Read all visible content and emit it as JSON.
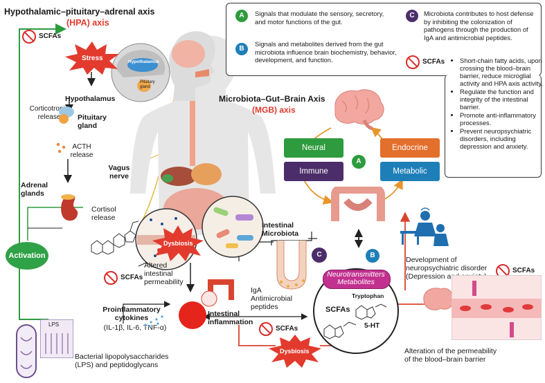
{
  "hpa": {
    "title": "Hypothalamic–pituitary–adrenal axis",
    "subtitle": "(HPA) axis",
    "scfas": "SCFAs",
    "stress": "Stress",
    "hypothalamus_small": "Hypothalamus",
    "pituitary_small": "Pituitary gland",
    "hypothalamus": "Hypothalamus",
    "crh": "Corticotropin release",
    "pituitary": "Pituitary gland",
    "acth": "ACTH release",
    "vagus": "Vagus nerve",
    "adrenal": "Adrenal glands",
    "cortisol": "Cortisol release",
    "activation": "Activation"
  },
  "legend": {
    "a_letter": "A",
    "a_text": "Signals that modulate the sensory, secretory, and motor functions of the gut.",
    "b_letter": "B",
    "b_text": "Signals and metabolites derived from the gut microbiota influence brain biochemistry, behavior, development, and function.",
    "c_letter": "C",
    "c_text": "Microbiota contributes to host defense by inhibiting the colonization of pathogens through the production of IgA and antimicrobial peptides.",
    "scfas_label": "SCFAs",
    "bullets": [
      "Short-chain fatty acids, upon crossing the blood–brain barrier, reduce microglial activity and HPA axis activity.",
      "Regulate the function and integrity of the intestinal barrier.",
      "Promote anti-inflammatory processes.",
      "Prevent neuropsychiatric disorders, including depression and anxiety."
    ]
  },
  "mgb": {
    "title": "Microbiota–Gut–Brain Axis",
    "subtitle": "(MGB) axis",
    "neural": "Neural",
    "endocrine": "Endocrine",
    "immune": "Immune",
    "metabolic": "Metabolic",
    "center": "A",
    "b_letter": "B",
    "c_letter": "C"
  },
  "gut": {
    "dysbiosis": "Dysbiosis",
    "altered": "Altered intestinal permeability",
    "scfas1": "SCFAs",
    "microbiota": "Intestinal Microbiota",
    "iga": "IgA Antimicrobial peptides",
    "inflammation": "Intestinal inflammation",
    "scfas2": "SCFAs",
    "dysbiosis2": "Dysbiosis"
  },
  "cytokines": {
    "title": "Proinflammatory cytokines",
    "list": "(IL-1β, IL-6, TNF-α)",
    "lps_tag": "LPS",
    "lps": "Bacterial lipopolysaccharides (LPS) and peptidoglycans"
  },
  "brain": {
    "nt": "Neurotransmitters Metabolites",
    "scfas": "SCFAs",
    "tryptophan": "Tryptophan",
    "ht": "5-HT",
    "disorder": "Development of neuropsychiatric disorder (Depression and anxiety)",
    "scfas_no": "SCFAs",
    "bbb": "Alteration of the permeability of the blood–brain barrier"
  },
  "colors": {
    "green": "#2e9b3e",
    "blue": "#1e7fb8",
    "purple": "#4b2d6a",
    "orange": "#e36f2c",
    "red": "#e03a2c",
    "pink": "#c2318f"
  }
}
